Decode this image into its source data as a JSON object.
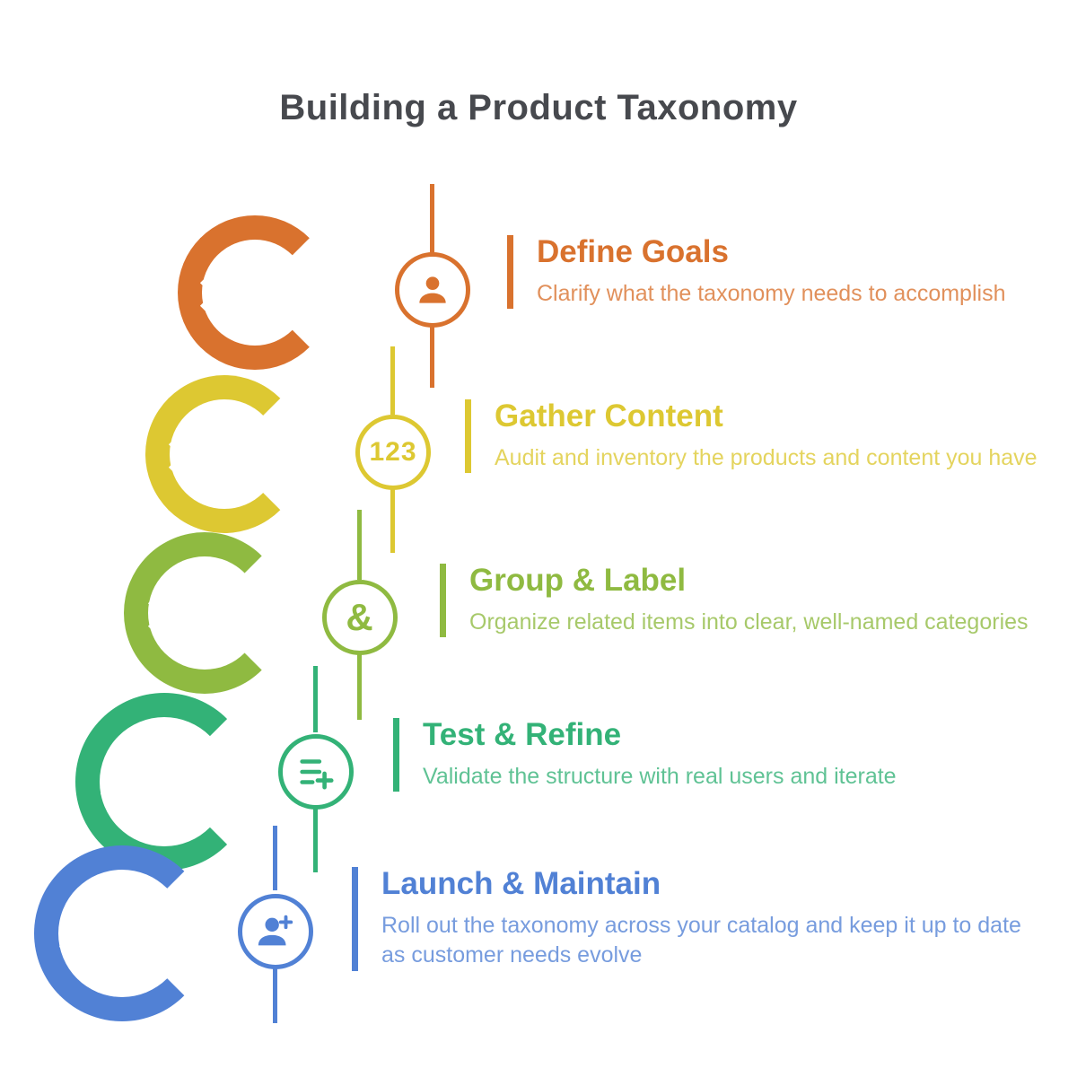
{
  "title": "Building a Product Taxonomy",
  "steps": [
    {
      "heading": "Define Goals",
      "subtext": "Clarify what the taxonomy needs to accomplish",
      "color": "#d9722e",
      "icon": "person-icon"
    },
    {
      "heading": "Gather Content",
      "subtext": "Audit and inventory the products and content you have",
      "color": "#ddc832",
      "icon": "numbers-icon",
      "icon_glyph": "123"
    },
    {
      "heading": "Group & Label",
      "subtext": "Organize related items into clear, well-named categories",
      "color": "#8fba41",
      "icon": "ampersand-icon",
      "icon_glyph": "&"
    },
    {
      "heading": "Test & Refine",
      "subtext": "Validate the structure with real users and iterate",
      "color": "#33b277",
      "icon": "add-list-icon"
    },
    {
      "heading": "Launch & Maintain",
      "subtext": "Roll out the taxonomy across your catalog and keep it up to date as customer needs evolve",
      "color": "#5181d5",
      "icon": "person-chart-icon"
    }
  ]
}
